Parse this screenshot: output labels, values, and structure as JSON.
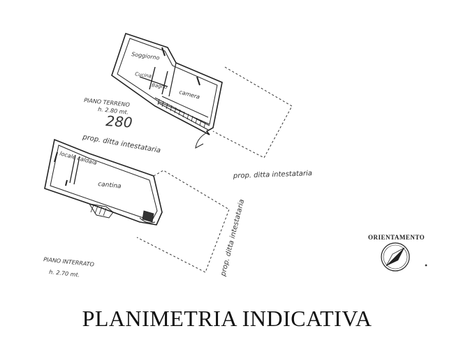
{
  "title": "PLANIMETRIA INDICATIVA",
  "ground_floor": {
    "label": "PIANO TERRENO",
    "height": "h. 2.80 mt.",
    "rooms": [
      "Soggiorno",
      "Cucina",
      "Bagno",
      "camera"
    ],
    "number": "280",
    "neighbor": "prop. ditta intestataria"
  },
  "basement": {
    "label": "PIANO INTERRATO",
    "height": "h. 2.70 mt.",
    "rooms": [
      "locale caldaia",
      "cantina"
    ],
    "neighbor": "prop. ditta intestataria"
  },
  "yard_label": "prop. ditta intestataria",
  "orientation_label": "ORIENTAMENTO"
}
